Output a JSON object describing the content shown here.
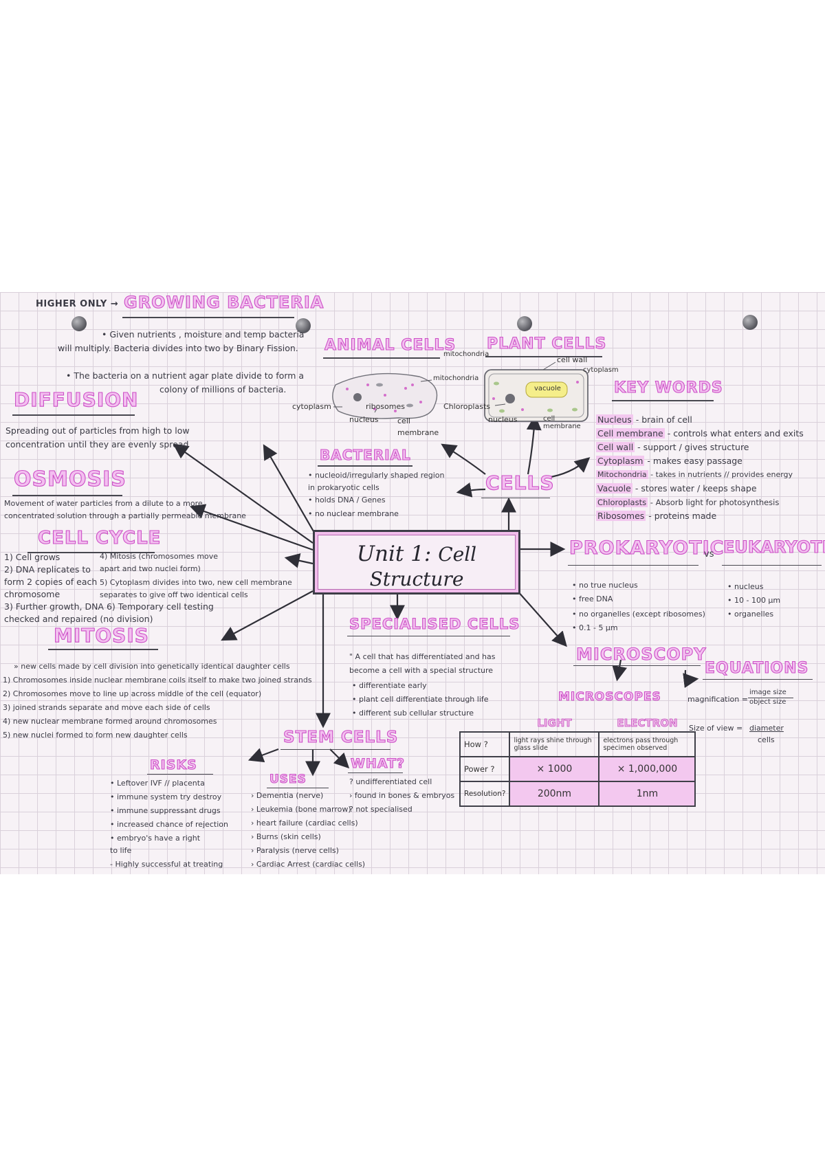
{
  "page_title": {
    "unit": "Unit 1:",
    "name": "Cell Structure"
  },
  "headings": {
    "higher_only": "HIGHER ONLY →",
    "growing_bacteria": "GROWING BACTERIA",
    "diffusion": "DIFFUSION",
    "osmosis": "OSMOSIS",
    "cell_cycle": "CELL CYCLE",
    "mitosis": "MITOSIS",
    "animal_cells": "ANIMAL CELLS",
    "plant_cells": "PLANT CELLS",
    "key_words": "KEY WORDS",
    "bacterial": "BACTERIAL",
    "cells": "CELLS",
    "prokaryotic": "PROKARYOTIC",
    "vs": "vs",
    "eukaryotic": "EUKARYOTIC",
    "specialised_cells": "SPECIALISED CELLS",
    "microscopy": "MICROSCOPY",
    "microscopes": "MICROSCOPES",
    "equations": "EQUATIONS",
    "stem_cells": "STEM CELLS",
    "risks": "RISKS",
    "uses": "USES",
    "what": "WHAT?"
  },
  "growing_bacteria": [
    "• Given nutrients , moisture and temp bacteria",
    "will multiply. Bacteria divides into two by Binary Fission.",
    "• The bacteria on a nutrient agar plate divide to form a",
    "colony of millions of bacteria."
  ],
  "diffusion": [
    "Spreading out of particles from high to low",
    "concentration until they are evenly spread"
  ],
  "osmosis": [
    "Movement of water particles from a dilute to a more",
    "concentrated solution through a partially permeable membrane"
  ],
  "cell_cycle_left": [
    "1) Cell grows",
    "2) DNA replicates to",
    "form 2 copies of each",
    "chromosome",
    "3) Further growth, DNA 6) Temporary cell testing",
    "checked and repaired  (no division)"
  ],
  "cell_cycle_right": [
    "4) Mitosis (chromosomes move",
    "apart and two nuclei form)",
    "5) Cytoplasm divides into two, new cell membrane",
    "separates to give off two identical cells"
  ],
  "mitosis": [
    "» new cells made by cell division into genetically identical daughter cells",
    "1) Chromosomes inside nuclear membrane coils itself to make two joined strands",
    "2) Chromosomes move to line up across middle of the cell (equator)",
    "3) joined strands separate and move each side of cells",
    "4) new nuclear membrane formed around chromosomes",
    "5) new nuclei formed to form new daughter cells"
  ],
  "animal_labels": {
    "cytoplasm": "cytoplasm",
    "ribosomes": "ribosomes",
    "nucleus": "nucleus",
    "cell_membrane": "cell membrane",
    "mitochondria": "mitochondria"
  },
  "plant_labels": {
    "mitochondria": "mitochondria",
    "cell_wall": "cell wall",
    "cytoplasm": "cytoplasm",
    "vacuole": "vacuole",
    "chloroplasts": "Chloroplasts",
    "nucleus": "nucleus",
    "cell_membrane": "cell membrane"
  },
  "key_words": [
    {
      "term": "Nucleus",
      "def": "- brain of cell"
    },
    {
      "term": "Cell membrane",
      "def": "- controls what enters and exits"
    },
    {
      "term": "Cell wall",
      "def": "- support / gives structure"
    },
    {
      "term": "Cytoplasm",
      "def": "- makes easy passage"
    },
    {
      "term": "Mitochondria",
      "def": "- takes in nutrients // provides energy"
    },
    {
      "term": "Vacuole",
      "def": "- stores water / keeps shape"
    },
    {
      "term": "Chloroplasts",
      "def": "- Absorb light for photosynthesis"
    },
    {
      "term": "Ribosomes",
      "def": "- proteins made"
    }
  ],
  "bacterial": [
    "• nucleoid/irregularly shaped region",
    "in prokaryotic cells",
    "• holds DNA / Genes",
    "• no nuclear membrane"
  ],
  "prokaryotic": [
    "• no true nucleus",
    "• free DNA",
    "• no organelles (except ribosomes)",
    "• 0.1 - 5 μm"
  ],
  "eukaryotic": [
    "• nucleus",
    "• 10 - 100 μm",
    "• organelles"
  ],
  "specialised": [
    "\" A cell that has differentiated and has",
    "become a cell with a special structure",
    "• differentiate early",
    "• plant cell differentiate through life",
    "• different sub cellular structure"
  ],
  "equations": {
    "magnification_label": "magnification =",
    "numerator": "image size",
    "denominator": "object size",
    "size_of_view": "Size of view =",
    "diameter": "diameter",
    "cells": "cells"
  },
  "microscope_table": {
    "headers": [
      "",
      "LIGHT",
      "ELECTRON"
    ],
    "rows": [
      {
        "label": "How ?",
        "light": "light rays shine through glass slide",
        "electron": "electrons pass through specimen observed"
      },
      {
        "label": "Power ?",
        "light": "× 1000",
        "electron": "× 1,000,000"
      },
      {
        "label": "Resolution?",
        "light": "200nm",
        "electron": "1nm"
      }
    ]
  },
  "risks": [
    "• Leftover IVF // placenta",
    "• immune system try destroy",
    "• immune suppressant drugs",
    "• increased chance of rejection",
    "• embryo's have a right",
    "to life",
    "- Highly successful at treating"
  ],
  "uses": [
    "› Dementia (nerve)",
    "› Leukemia (bone marrow)",
    "› heart failure (cardiac cells)",
    "› Burns (skin cells)",
    "› Paralysis (nerve cells)",
    "› Cardiac Arrest (cardiac cells)"
  ],
  "what": [
    "? undifferentiated cell",
    "› found in bones & embryos",
    "? not specialised"
  ],
  "colors": {
    "heading_fill": "#f3bff0",
    "heading_stroke": "#cc4fc6",
    "highlight": "#f3c8ef",
    "ink": "#2b2b33",
    "paper": "#f7f2f6",
    "grid": "#d9d0da"
  }
}
